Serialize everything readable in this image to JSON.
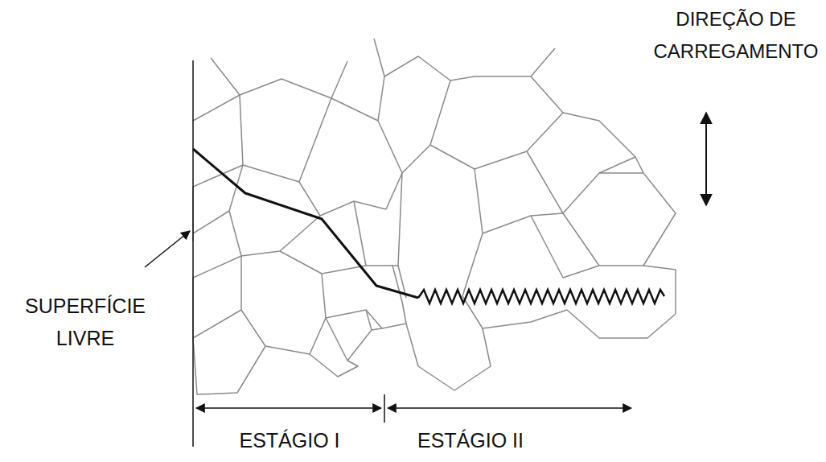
{
  "diagram": {
    "labels": [
      "DIREÇÃO DE CARREGAMENTO",
      "SUPERFÍCIE LIVRE",
      "ESTÁGIO I",
      "ESTÁGIO II"
    ]
  }
}
